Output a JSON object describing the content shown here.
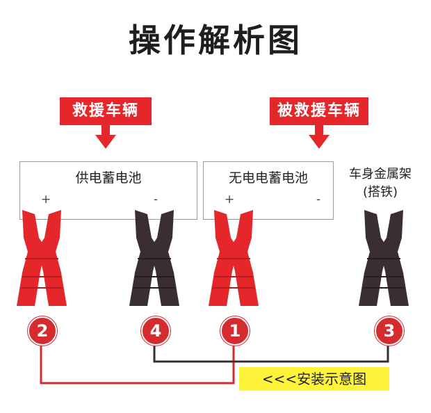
{
  "title": "操作解析图",
  "rescue_tag": "救援车辆",
  "rescued_tag": "被救援车辆",
  "battery_supply": {
    "label": "供电蓄电池",
    "plus": "+",
    "minus": "-"
  },
  "battery_dead": {
    "label": "无电电蓄电池",
    "plus": "+",
    "minus": "-"
  },
  "chassis_label_line1": "车身金属架",
  "chassis_label_line2": "(搭铁)",
  "steps": [
    "1",
    "2",
    "3",
    "4"
  ],
  "legend": "<<<安装示意图",
  "colors": {
    "red": "#e5262a",
    "dark": "#3b2e30",
    "badge": "#d52a2e",
    "legend_bg": "#fff43a"
  }
}
